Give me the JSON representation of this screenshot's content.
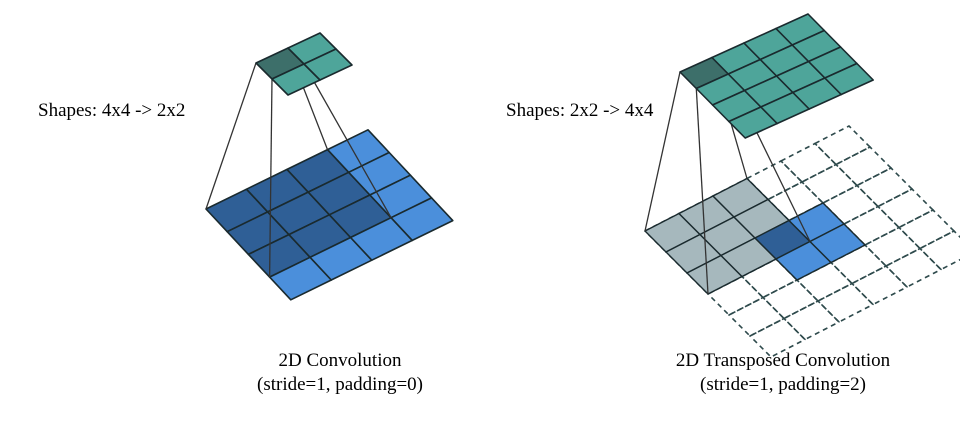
{
  "left": {
    "shapes_label": "Shapes: 4x4 -> 2x2",
    "title": "2D Convolution",
    "params": "(stride=1, padding=0)",
    "input_grid_size": 4,
    "output_grid_size": 2
  },
  "right": {
    "shapes_label": "Shapes: 2x2 -> 4x4",
    "title": "2D Transposed Convolution",
    "params": "(stride=1, padding=2)",
    "input_grid_size": 2,
    "padded_grid_size": 6,
    "output_grid_size": 4
  },
  "colors": {
    "output_teal": "#4ea59a",
    "output_teal_active": "#3d6f6a",
    "input_blue": "#4b8fdb",
    "input_blue_active": "#2f5f96",
    "input_gray": "#a6b8bd",
    "dashed_stroke": "#2e4a4c",
    "edge_stroke": "#1a2a2e",
    "projection_line": "#333333"
  }
}
